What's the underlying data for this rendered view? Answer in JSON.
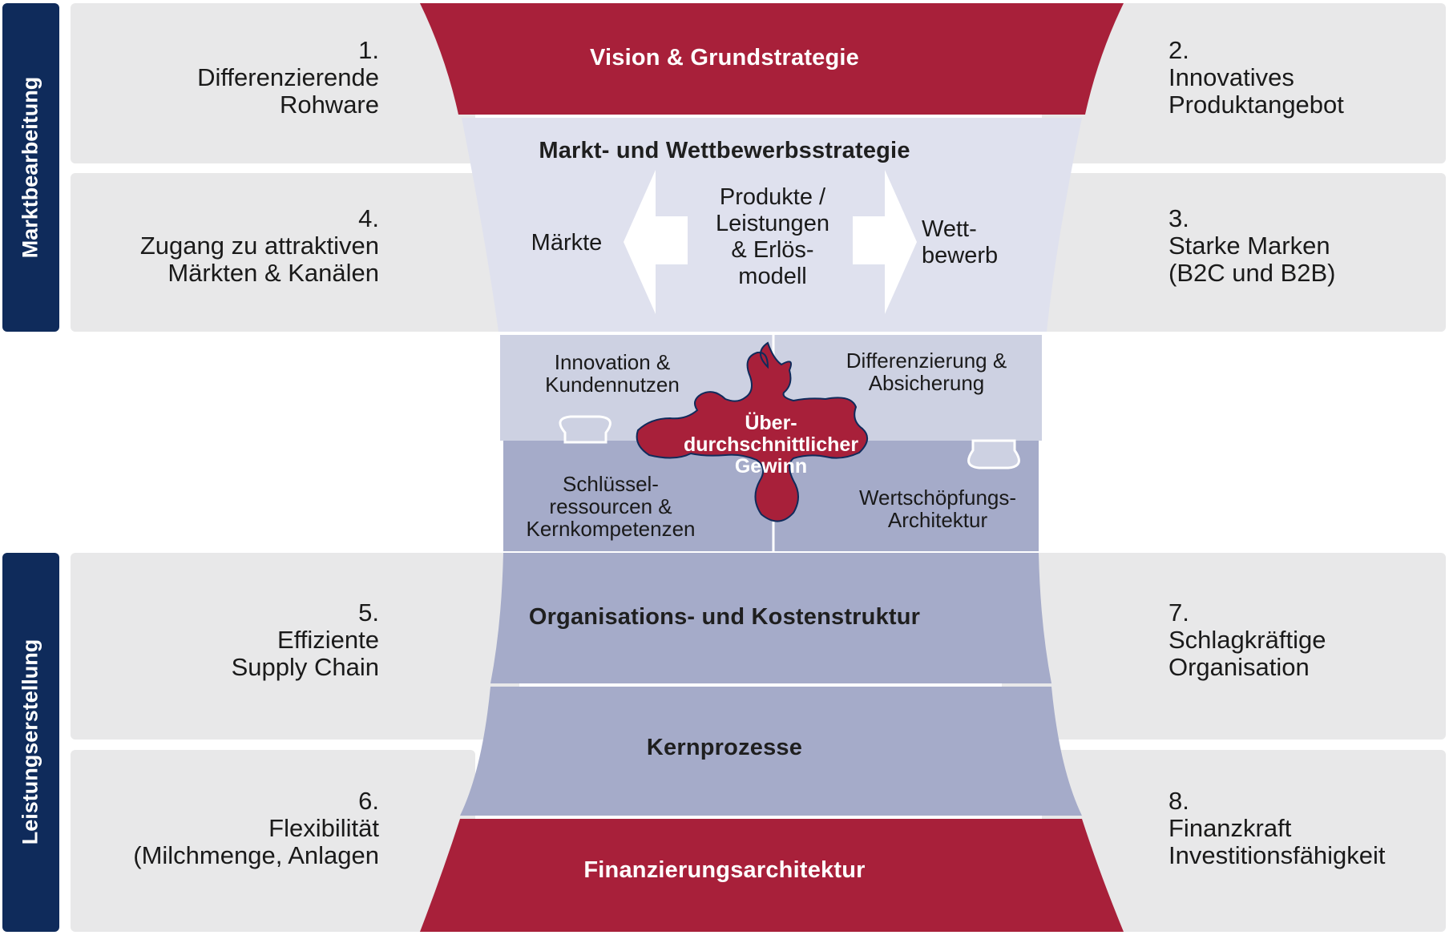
{
  "colors": {
    "navy": "#0f2b5b",
    "crimson": "#a8203a",
    "panel_gray": "#e8e8e9",
    "lavender_light": "#dfe1ee",
    "lavender_mid": "#cdd1e2",
    "lavender_dark": "#a5abc9",
    "white": "#ffffff"
  },
  "side_labels": {
    "top": "Marktbearbeitung",
    "bottom": "Leistungserstellung"
  },
  "factors": {
    "f1": {
      "number": "1.",
      "lines": [
        "Differenzierende",
        "Rohware"
      ]
    },
    "f2": {
      "number": "2.",
      "lines": [
        "Innovatives",
        "Produktangebot"
      ]
    },
    "f3": {
      "number": "3.",
      "lines": [
        "Starke Marken",
        "(B2C und B2B)"
      ]
    },
    "f4": {
      "number": "4.",
      "lines": [
        "Zugang zu attraktiven",
        "Märkten & Kanälen"
      ]
    },
    "f5": {
      "number": "5.",
      "lines": [
        "Effiziente",
        "Supply Chain"
      ]
    },
    "f6": {
      "number": "6.",
      "lines": [
        "Flexibilität",
        "(Milchmenge, Anlagen"
      ]
    },
    "f7": {
      "number": "7.",
      "lines": [
        "Schlagkräftige",
        "Organisation"
      ]
    },
    "f8": {
      "number": "8.",
      "lines": [
        "Finanzkraft",
        "Investitionsfähigkeit"
      ]
    }
  },
  "center": {
    "vision": "Vision & Grundstrategie",
    "market_strategy": "Markt- und Wettbewerbsstrategie",
    "markets": "Märkte",
    "products_lines": [
      "Produkte /",
      "Leistungen",
      "& Erlös-",
      "modell"
    ],
    "competition_lines": [
      "Wett-",
      "bewerb"
    ],
    "org_cost": "Organisations- und Kostenstruktur",
    "core_processes": "Kernprozesse",
    "financing": "Finanzierungsarchitektur"
  },
  "puzzle": {
    "top_left": [
      "Innovation &",
      "Kundennutzen"
    ],
    "top_right": [
      "Differenzierung &",
      "Absicherung"
    ],
    "bottom_left": [
      "Schlüssel-",
      "ressourcen &",
      "Kernkompetenzen"
    ],
    "bottom_right": [
      "Wertschöpfungs-",
      "Architektur"
    ],
    "center": [
      "Über-",
      "durchschnittlicher",
      "Gewinn"
    ]
  }
}
